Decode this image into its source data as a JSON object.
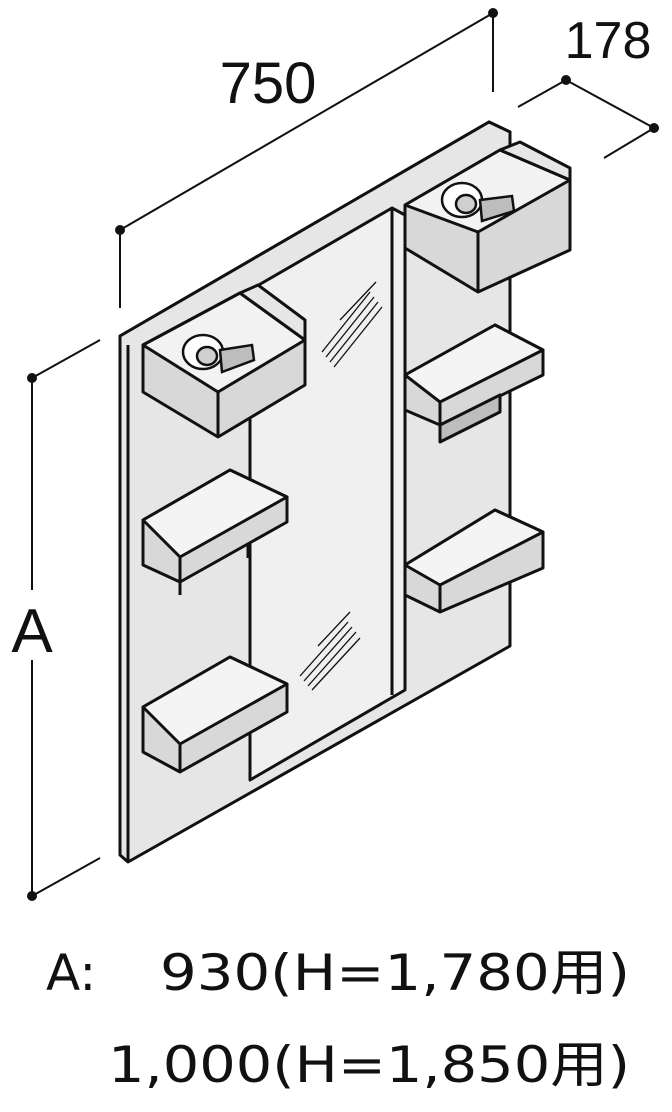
{
  "dimensions": {
    "width": "750",
    "depth": "178",
    "height_label": "A"
  },
  "notes": {
    "prefix": "A:",
    "line1": "930(H=1,780用)",
    "line2": "1,000(H=1,850用)"
  },
  "colors": {
    "line": "#111111",
    "cabinet_fill": "#e6e6e6",
    "shadow_fill": "#cfcfcf",
    "tray_inner": "#f4f4f4"
  }
}
